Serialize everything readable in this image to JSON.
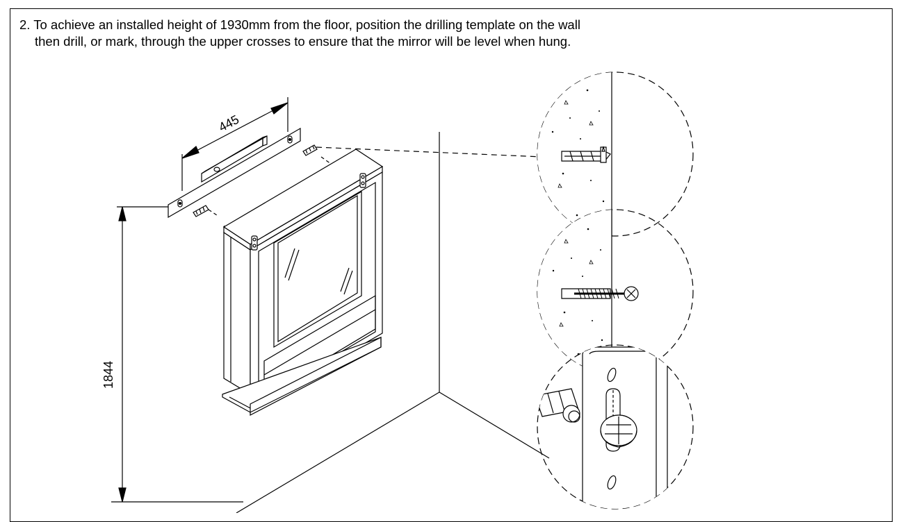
{
  "instruction": {
    "line1": "2. To achieve an installed height of 1930mm from the floor, position the drilling template on the wall",
    "line2": "then drill, or mark, through the upper crosses to ensure that the mirror will be level when hung."
  },
  "dimensions": {
    "width_label": "445",
    "height_label": "1844"
  }
}
